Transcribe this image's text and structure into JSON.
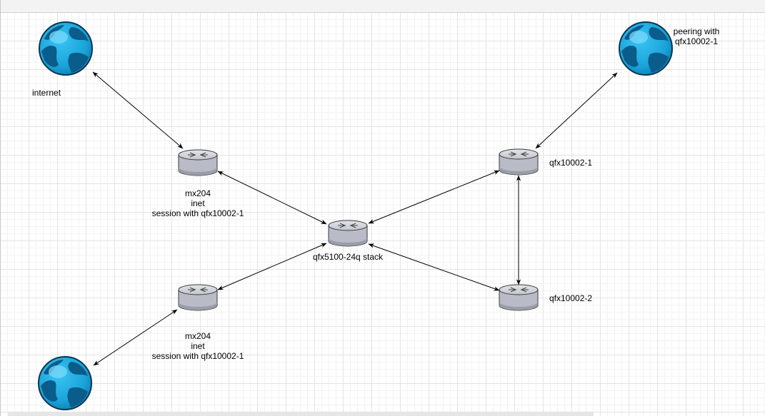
{
  "nodes": {
    "internet_globe": {
      "label": "internet"
    },
    "peering_globe": {
      "label_lines": [
        "peering with",
        "qfx10002-1"
      ]
    },
    "bottom_globe": {
      "label": ""
    },
    "mx204_top": {
      "label_lines": [
        "mx204",
        "inet",
        "session with qfx10002-1"
      ]
    },
    "mx204_bottom": {
      "label_lines": [
        "mx204",
        "inet",
        "session with qfx10002-1"
      ]
    },
    "qfx5100": {
      "label": "qfx5100-24q stack"
    },
    "qfx10002_1": {
      "label": "qfx10002-1"
    },
    "qfx10002_2": {
      "label": "qfx10002-2"
    }
  },
  "edges": [
    {
      "from": "internet_globe",
      "to": "mx204_top",
      "arrows": "both"
    },
    {
      "from": "mx204_top",
      "to": "qfx5100",
      "arrows": "both"
    },
    {
      "from": "peering_globe",
      "to": "qfx10002_1",
      "arrows": "both"
    },
    {
      "from": "qfx10002_1",
      "to": "qfx5100",
      "arrows": "both"
    },
    {
      "from": "qfx10002_1",
      "to": "qfx10002_2",
      "arrows": "both"
    },
    {
      "from": "qfx5100",
      "to": "qfx10002_2",
      "arrows": "both"
    },
    {
      "from": "qfx5100",
      "to": "mx204_bottom",
      "arrows": "both"
    },
    {
      "from": "mx204_bottom",
      "to": "bottom_globe",
      "arrows": "both"
    }
  ],
  "colors": {
    "globe_fill": "#1aa3d8",
    "globe_dark": "#0a4f7a",
    "router_fill": "#c7c9d1",
    "router_stroke": "#3a3a3a",
    "edge": "#000000"
  },
  "icons": {
    "globe": "globe-icon",
    "router": "router-icon"
  }
}
